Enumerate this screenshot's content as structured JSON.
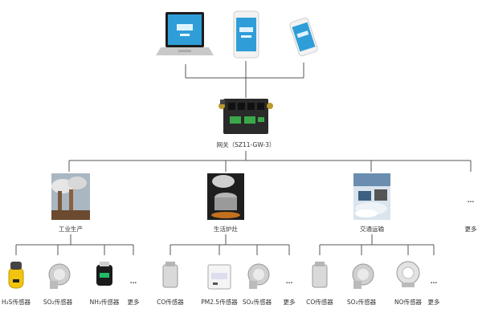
{
  "gateway": {
    "label": "网关（SZ11-GW-3）"
  },
  "categories": [
    {
      "label": "工业生产",
      "icon": "factory-smoke-photo"
    },
    {
      "label": "生活炉灶",
      "icon": "cooking-pot-steam-photo"
    },
    {
      "label": "交通运输",
      "icon": "traffic-exhaust-photo"
    },
    {
      "label": "更多",
      "ellipsis": "..."
    }
  ],
  "sensor_groups": [
    {
      "sensors": [
        {
          "label": "H₂S传感器",
          "icon": "h2s-sensor-icon"
        },
        {
          "label": "SO₂传感器",
          "icon": "so2-sensor-icon"
        },
        {
          "label": "NH₃传感器",
          "icon": "nh3-sensor-icon"
        },
        {
          "label": "更多",
          "ellipsis": "..."
        }
      ]
    },
    {
      "sensors": [
        {
          "label": "CO传感器",
          "icon": "co-sensor-icon"
        },
        {
          "label": "PM2.5传感器",
          "icon": "pm25-sensor-icon"
        },
        {
          "label": "SO₂传感器",
          "icon": "so2-sensor-icon"
        },
        {
          "label": "更多",
          "ellipsis": "..."
        }
      ]
    },
    {
      "sensors": [
        {
          "label": "CO传感器",
          "icon": "co-sensor-icon"
        },
        {
          "label": "SO₂传感器",
          "icon": "so2-sensor-icon"
        },
        {
          "label": "NO传感器",
          "icon": "no-sensor-icon"
        },
        {
          "label": "更多",
          "ellipsis": "..."
        }
      ]
    }
  ],
  "colors": {
    "line": "#555555",
    "gateway_body": "#2a2a2a",
    "terminal_green": "#3aa84a",
    "screen_blue": "#2f9ed8"
  }
}
